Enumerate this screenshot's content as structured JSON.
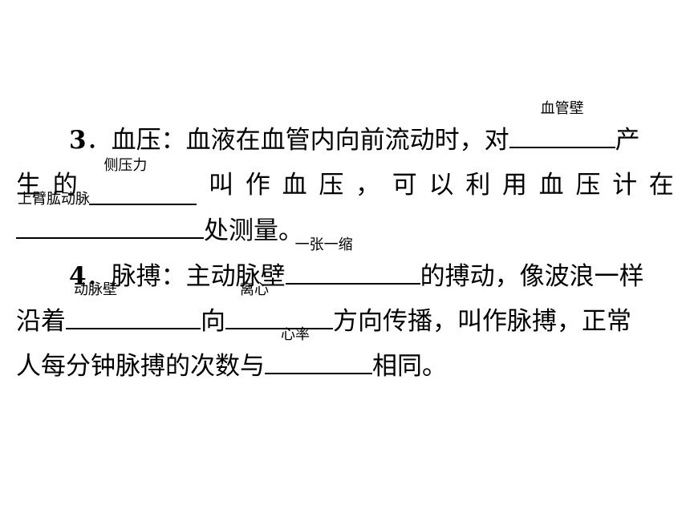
{
  "q3": {
    "number": "3",
    "line1_pre": "．血压：血液在血管内向前流动时，对",
    "blank1": "血管壁",
    "line1_post": "产",
    "line2_chars": [
      "生",
      "的"
    ],
    "blank2": "侧压力",
    "line2_rest_chars": [
      "叫",
      "作",
      "血",
      "压",
      "，",
      "可",
      "以",
      "利",
      "用",
      "血",
      "压",
      "计",
      "在"
    ],
    "blank3": "上臂肱动脉",
    "line3_post": "处测量。"
  },
  "q4": {
    "number": "4",
    "line1_pre": "．脉搏：主动脉壁",
    "blank1": "一张一缩",
    "line1_post": "的搏动，像波浪一样",
    "line2_pre": "沿着",
    "blank2": "动脉壁",
    "line2_mid": "向",
    "blank3": "离心",
    "line2_post": "方向传播，叫作脉搏，正常",
    "line3_pre": "人每分钟脉搏的次数与",
    "blank4": "心率",
    "line3_post": "相同。"
  }
}
